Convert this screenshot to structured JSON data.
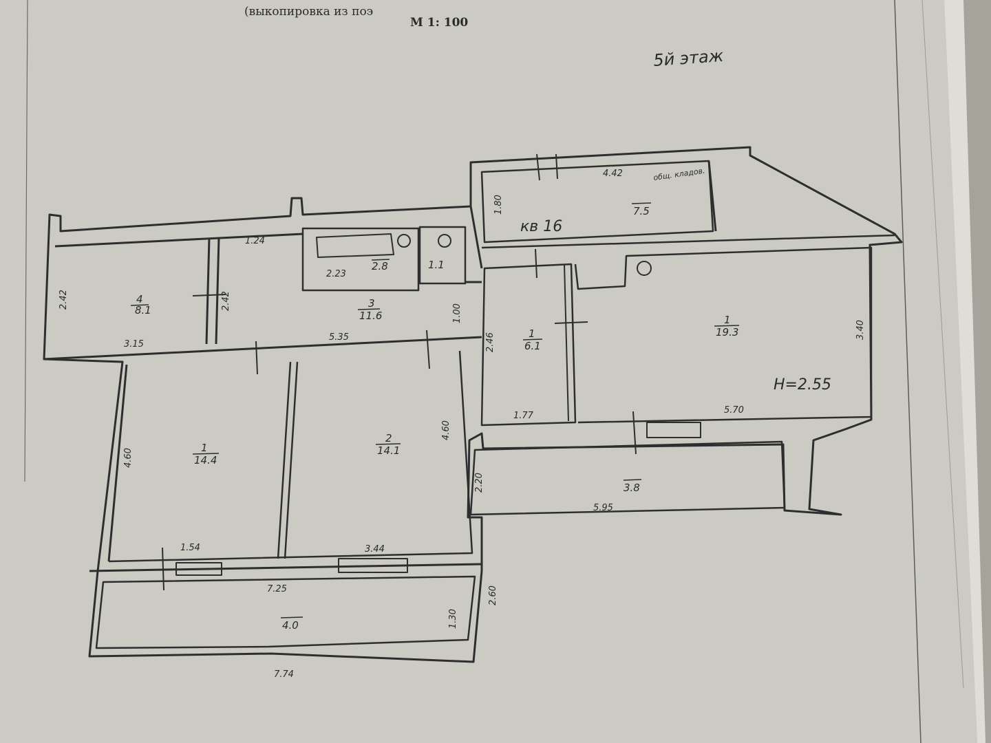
{
  "header": {
    "subtitle": "(выкопировка из поэ",
    "scale": "М 1: 100"
  },
  "floor_label": "5й этаж",
  "apartment_label": "кв 16",
  "ceiling_height": "H=2.55",
  "rooms": [
    {
      "id": "kitchen",
      "number": "4",
      "area": "8.1"
    },
    {
      "id": "hall",
      "number": "3",
      "area": "11.6"
    },
    {
      "id": "bath",
      "number": "",
      "area": "2.8"
    },
    {
      "id": "wc",
      "number": "",
      "area": "1.1"
    },
    {
      "id": "room-left",
      "number": "1",
      "area": "14.4"
    },
    {
      "id": "room-mid",
      "number": "2",
      "area": "14.1"
    },
    {
      "id": "corridor",
      "number": "1",
      "area": "6.1"
    },
    {
      "id": "room-big",
      "number": "1",
      "area": "19.3"
    },
    {
      "id": "storage",
      "number": "",
      "area": "7.5"
    },
    {
      "id": "loggia-right",
      "number": "",
      "area": "3.8"
    },
    {
      "id": "loggia-bottom",
      "number": "",
      "area": "4.0"
    }
  ],
  "dimensions": {
    "d_242_kitchen": "2.42",
    "d_315": "3.15",
    "d_242_hall": "2.42",
    "d_124": "1.24",
    "d_223": "2.23",
    "d_535": "5.35",
    "d_100": "1.00",
    "d_246": "2.46",
    "d_177": "1.77",
    "d_340": "3.40",
    "d_570": "5.70",
    "d_442": "4.42",
    "d_180": "1.80",
    "d_460_left": "4.60",
    "d_460_mid": "4.60",
    "d_154": "1.54",
    "d_344": "3.44",
    "d_220": "2.20",
    "d_595": "5.95",
    "d_725": "7.25",
    "d_130": "1.30",
    "d_160": "2.60",
    "d_774": "7.74"
  },
  "storage_note": "общ. кладов.",
  "colors": {
    "paper": "#c9c8c1",
    "ink": "#2e2e2e"
  }
}
